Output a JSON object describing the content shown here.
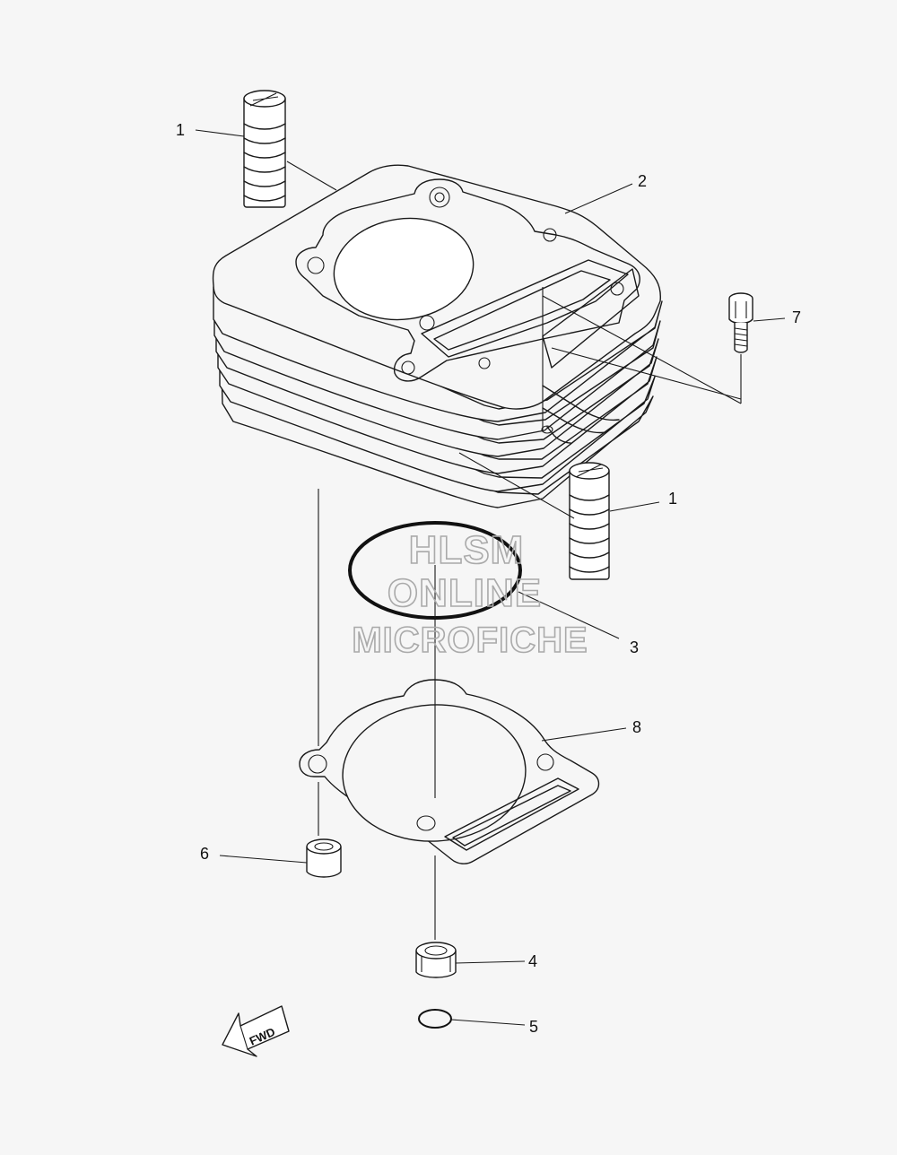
{
  "callouts": {
    "c1_top": "1",
    "c2": "2",
    "c7": "7",
    "c1_right": "1",
    "c3": "3",
    "c8": "8",
    "c6": "6",
    "c4": "4",
    "c5": "5"
  },
  "watermark": {
    "line1": "HLSM",
    "line2": "ONLINE",
    "line3": "MICROFICHE"
  },
  "fwd_label": "FWD"
}
